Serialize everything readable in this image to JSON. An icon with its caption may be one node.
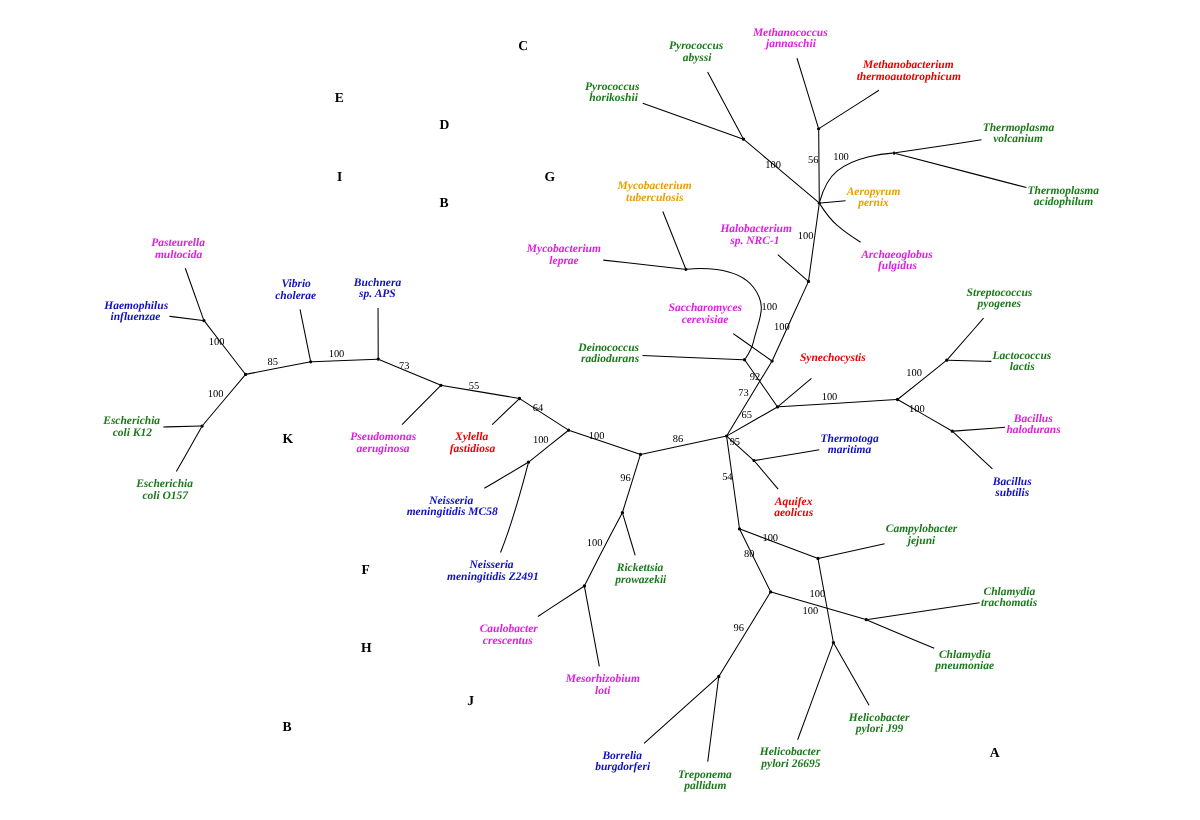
{
  "diagram": {
    "nodes": [
      {
        "text": [
          "Helicobacter pylori 26695"
        ]
      },
      {
        "text": [
          "Helicobacter pylori J99"
        ]
      },
      {
        "text": [
          "Campylobacter jejuni"
        ]
      },
      {
        "text": [
          "Mycobacterium tuberculosis"
        ]
      },
      {
        "text": [
          "Aquifex aeolicus"
        ]
      },
      {
        "text": [
          "Mycobacterium leprae"
        ]
      },
      {
        "text": [
          "Borrelia burgdorferi"
        ]
      },
      {
        "text": [
          "Thermotoga maritima"
        ]
      },
      {
        "text": [
          "Deinococcus radiodurans"
        ]
      },
      {
        "text": [
          "Treponema pallidum"
        ]
      },
      {
        "text": [
          "Chlamydia pneumoniae"
        ]
      },
      {
        "text": [
          "Synechocystis"
        ]
      },
      {
        "text": [
          "Chlamydia trachomatis"
        ]
      },
      {
        "text": [
          "Lactococcus lactis"
        ]
      },
      {
        "text": [
          "Streptococcus pyogenes"
        ]
      },
      {
        "text": [
          "Bacillus subtilis"
        ]
      },
      {
        "text": [
          "Bacillus halodurans"
        ]
      },
      {
        "text": [
          "Saccharomyces cerevisiae"
        ]
      },
      {
        "text": [
          "Escherichia coli K12"
        ]
      },
      {
        "text": [
          "Escherichia coli O157"
        ]
      },
      {
        "text": [
          "Haemophilus influenzae"
        ]
      },
      {
        "text": [
          "Halobacterium sp. NRC-1"
        ]
      },
      {
        "text": [
          "Buchnera sp. APS"
        ]
      },
      {
        "text": [
          "Vibrio cholerae"
        ]
      },
      {
        "text": [
          "Pasteurella multocida"
        ]
      },
      {
        "text": [
          "Rickettsia prowazekii"
        ]
      },
      {
        "text": [
          "Aeropyrum pernix"
        ]
      },
      {
        "text": [
          "Xylella fastidiosa"
        ]
      },
      {
        "text": [
          "Pseudomonas aeruginosa"
        ]
      },
      {
        "text": [
          "Archaeoglobus fulgidus"
        ]
      },
      {
        "text": [
          "Mesorhizobium loti"
        ]
      },
      {
        "text": [
          "Neisseria meningitidis MC58"
        ]
      },
      {
        "text": [
          "Caulobacter crescentus"
        ]
      },
      {
        "text": [
          "Pyrococcus abyssi"
        ]
      },
      {
        "text": [
          "Methanobacterium thermoautotrophicum"
        ]
      },
      {
        "text": [
          "Neisseria meningitidis Z2491"
        ]
      },
      {
        "text": [
          "Thermoplasma volcanium"
        ]
      },
      {
        "text": [
          "Thermoplasma acidophilum"
        ]
      },
      {
        "text": [
          "Pyrococcus horikoshii"
        ]
      },
      {
        "text": [
          "Methanococcus jannaschii"
        ]
      },
      {
        "text": [],
        "shape": "point"
      },
      {
        "text": [],
        "shape": "point"
      },
      {
        "text": [],
        "shape": "point"
      },
      {
        "text": [],
        "shape": "point"
      },
      {
        "text": [],
        "shape": "point"
      },
      {
        "text": [],
        "shape": "point"
      },
      {
        "text": [],
        "shape": "point"
      },
      {
        "text": [],
        "shape": "point"
      },
      {
        "text": [],
        "shape": "point"
      },
      {
        "text": [],
        "shape": "point"
      },
      {
        "text": [],
        "shape": "point"
      },
      {
        "text": [],
        "shape": "point"
      },
      {
        "text": [],
        "shape": "point"
      },
      {
        "text": [],
        "shape": "point"
      },
      {
        "text": [],
        "shape": "point"
      },
      {
        "text": [],
        "shape": "point"
      },
      {
        "text": [],
        "shape": "point"
      },
      {
        "text": [],
        "shape": "point"
      },
      {
        "text": [],
        "shape": "point"
      },
      {
        "text": [],
        "shape": "point"
      },
      {
        "text": [],
        "shape": "point"
      },
      {
        "text": [],
        "shape": "point"
      },
      {
        "text": [],
        "shape": "point"
      },
      {
        "text": [],
        "shape": "point"
      },
      {
        "text": [],
        "shape": "point"
      },
      {
        "text": [],
        "shape": "point"
      },
      {
        "text": [],
        "shape": "point"
      },
      {
        "text": [],
        "shape": "point"
      },
      {
        "text": [],
        "shape": "point"
      },
      {
        "text": [],
        "shape": "point"
      },
      {
        "text": [],
        "shape": "point"
      },
      {
        "text": [],
        "shape": "point"
      }
    ],
    "edges": [
      {
        "from": 53,
        "to": 48,
        "arrow": "none",
        "label": "54"
      },
      {
        "from": 48,
        "to": 47,
        "arrow": "none",
        "label": "80"
      },
      {
        "from": 48,
        "to": 43,
        "arrow": "none",
        "label": "100"
      },
      {
        "from": 43,
        "to": 2,
        "arrow": "none"
      },
      {
        "from": 43,
        "to": 40,
        "arrow": "none",
        "label": "100"
      },
      {
        "from": 40,
        "to": 0,
        "arrow": "none"
      },
      {
        "from": 40,
        "to": 1,
        "arrow": "none"
      },
      {
        "from": 47,
        "to": 46,
        "arrow": "none",
        "label": "100"
      },
      {
        "from": 47,
        "to": 41,
        "arrow": "none",
        "label": "96"
      },
      {
        "from": 41,
        "to": 6,
        "arrow": "none"
      },
      {
        "from": 41,
        "to": 9,
        "arrow": "none"
      },
      {
        "from": 46,
        "to": 10,
        "arrow": "none"
      },
      {
        "from": 46,
        "to": 12,
        "arrow": "none"
      },
      {
        "from": 53,
        "to": 45,
        "arrow": "none",
        "label": "95"
      },
      {
        "from": 45,
        "to": 7,
        "arrow": "none"
      },
      {
        "from": 45,
        "to": 4,
        "arrow": "none"
      },
      {
        "from": 53,
        "to": 52,
        "arrow": "none",
        "label": "65"
      },
      {
        "from": 52,
        "to": 11,
        "arrow": "none"
      },
      {
        "from": 52,
        "to": 44,
        "arrow": "none",
        "label": "92"
      },
      {
        "from": 44,
        "to": 8,
        "arrow": "none"
      },
      {
        "from": 44,
        "to": 42,
        "arrow": "none",
        "label": "100"
      },
      {
        "from": 42,
        "to": 3,
        "arrow": "none"
      },
      {
        "from": 42,
        "to": 5,
        "arrow": "none"
      },
      {
        "from": 52,
        "to": 51,
        "arrow": "none",
        "label": "100"
      },
      {
        "from": 51,
        "to": 49,
        "arrow": "none",
        "label": "100"
      },
      {
        "from": 51,
        "to": 50,
        "arrow": "none",
        "label": "100"
      },
      {
        "from": 49,
        "to": 13,
        "arrow": "none"
      },
      {
        "from": 49,
        "to": 14,
        "arrow": "none"
      },
      {
        "from": 50,
        "to": 15,
        "arrow": "none"
      },
      {
        "from": 50,
        "to": 16,
        "arrow": "none"
      },
      {
        "from": 53,
        "to": 54,
        "arrow": "none",
        "label": "73"
      },
      {
        "from": 54,
        "to": 17,
        "arrow": "none"
      },
      {
        "from": 54,
        "to": 57,
        "arrow": "none",
        "label": "100"
      },
      {
        "from": 57,
        "to": 21,
        "arrow": "none"
      },
      {
        "from": 57,
        "to": 67,
        "arrow": "none",
        "label": "100"
      },
      {
        "from": 67,
        "to": 26,
        "arrow": "none"
      },
      {
        "from": 67,
        "to": 29,
        "arrow": "none"
      },
      {
        "from": 67,
        "to": 70,
        "arrow": "none",
        "label": "56"
      },
      {
        "from": 70,
        "to": 34,
        "arrow": "none"
      },
      {
        "from": 70,
        "to": 39,
        "arrow": "none"
      },
      {
        "from": 67,
        "to": 71,
        "arrow": "none",
        "label": "100"
      },
      {
        "from": 71,
        "to": 36,
        "arrow": "none"
      },
      {
        "from": 71,
        "to": 37,
        "arrow": "none"
      },
      {
        "from": 67,
        "to": 69,
        "arrow": "none",
        "label": "100"
      },
      {
        "from": 69,
        "to": 33,
        "arrow": "none"
      },
      {
        "from": 69,
        "to": 38,
        "arrow": "none"
      },
      {
        "from": 53,
        "to": 56,
        "arrow": "none",
        "label": "86"
      },
      {
        "from": 56,
        "to": 66,
        "arrow": "none",
        "label": "96"
      },
      {
        "from": 66,
        "to": 25,
        "arrow": "none"
      },
      {
        "from": 66,
        "to": 68,
        "arrow": "none",
        "label": "100"
      },
      {
        "from": 68,
        "to": 30,
        "arrow": "none"
      },
      {
        "from": 68,
        "to": 32,
        "arrow": "none"
      },
      {
        "from": 56,
        "to": 63,
        "arrow": "none",
        "label": "100"
      },
      {
        "from": 63,
        "to": 65,
        "arrow": "none",
        "label": "100"
      },
      {
        "from": 65,
        "to": 31,
        "arrow": "none"
      },
      {
        "from": 65,
        "to": 35,
        "arrow": "none"
      },
      {
        "from": 63,
        "to": 64,
        "arrow": "none",
        "label": "64"
      },
      {
        "from": 64,
        "to": 27,
        "arrow": "none"
      },
      {
        "from": 64,
        "to": 59,
        "arrow": "none",
        "label": "55"
      },
      {
        "from": 59,
        "to": 28,
        "arrow": "none"
      },
      {
        "from": 59,
        "to": 60,
        "arrow": "none",
        "label": "73"
      },
      {
        "from": 60,
        "to": 22,
        "arrow": "none"
      },
      {
        "from": 60,
        "to": 62,
        "arrow": "none",
        "label": "100"
      },
      {
        "from": 62,
        "to": 23,
        "arrow": "none"
      },
      {
        "from": 62,
        "to": 58,
        "arrow": "none",
        "label": "85"
      },
      {
        "from": 58,
        "to": 55,
        "arrow": "none",
        "label": "100"
      },
      {
        "from": 58,
        "to": 61,
        "arrow": "none",
        "label": "100"
      },
      {
        "from": 55,
        "to": 18,
        "arrow": "none"
      },
      {
        "from": 55,
        "to": 19,
        "arrow": "none"
      },
      {
        "from": 61,
        "to": 20,
        "arrow": "none"
      },
      {
        "from": 61,
        "to": 24,
        "arrow": "none"
      }
    ],
    "labels": [
      "B",
      "G",
      "D",
      "F",
      "H",
      "E",
      "I",
      "J",
      "C",
      "K",
      "B",
      "A"
    ]
  }
}
